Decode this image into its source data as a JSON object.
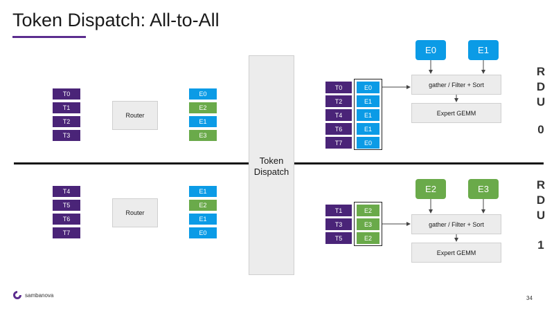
{
  "title": "Token Dispatch: All-to-All",
  "colors": {
    "accent": "#5b2c8e",
    "token": "#4a2478",
    "expert_blue": "#0b9be6",
    "expert_green": "#6aaa4a"
  },
  "dispatch_label": "Token Dispatch",
  "rdu0": {
    "rdu_letters": [
      "R",
      "D",
      "U",
      "0"
    ],
    "tokens": [
      "T0",
      "T1",
      "T2",
      "T3"
    ],
    "router": "Router",
    "routed": [
      "E0",
      "E2",
      "E1",
      "E3"
    ],
    "recv_tokens": [
      "T0",
      "T2",
      "T4",
      "T6",
      "T7"
    ],
    "recv_experts": [
      "E0",
      "E1",
      "E1",
      "E1",
      "E0"
    ],
    "expert_top": [
      "E0",
      "E1"
    ],
    "gather": "gather / Filter + Sort",
    "gemm": "Expert GEMM"
  },
  "rdu1": {
    "rdu_letters": [
      "R",
      "D",
      "U",
      "1"
    ],
    "tokens": [
      "T4",
      "T5",
      "T6",
      "T7"
    ],
    "router": "Router",
    "routed": [
      "E1",
      "E2",
      "E1",
      "E0"
    ],
    "recv_tokens": [
      "T1",
      "T3",
      "T5"
    ],
    "recv_experts": [
      "E2",
      "E3",
      "E2"
    ],
    "expert_top": [
      "E2",
      "E3"
    ],
    "gather": "gather / Filter + Sort",
    "gemm": "Expert GEMM"
  },
  "footer": {
    "brand": "sambanova",
    "page": "34"
  }
}
